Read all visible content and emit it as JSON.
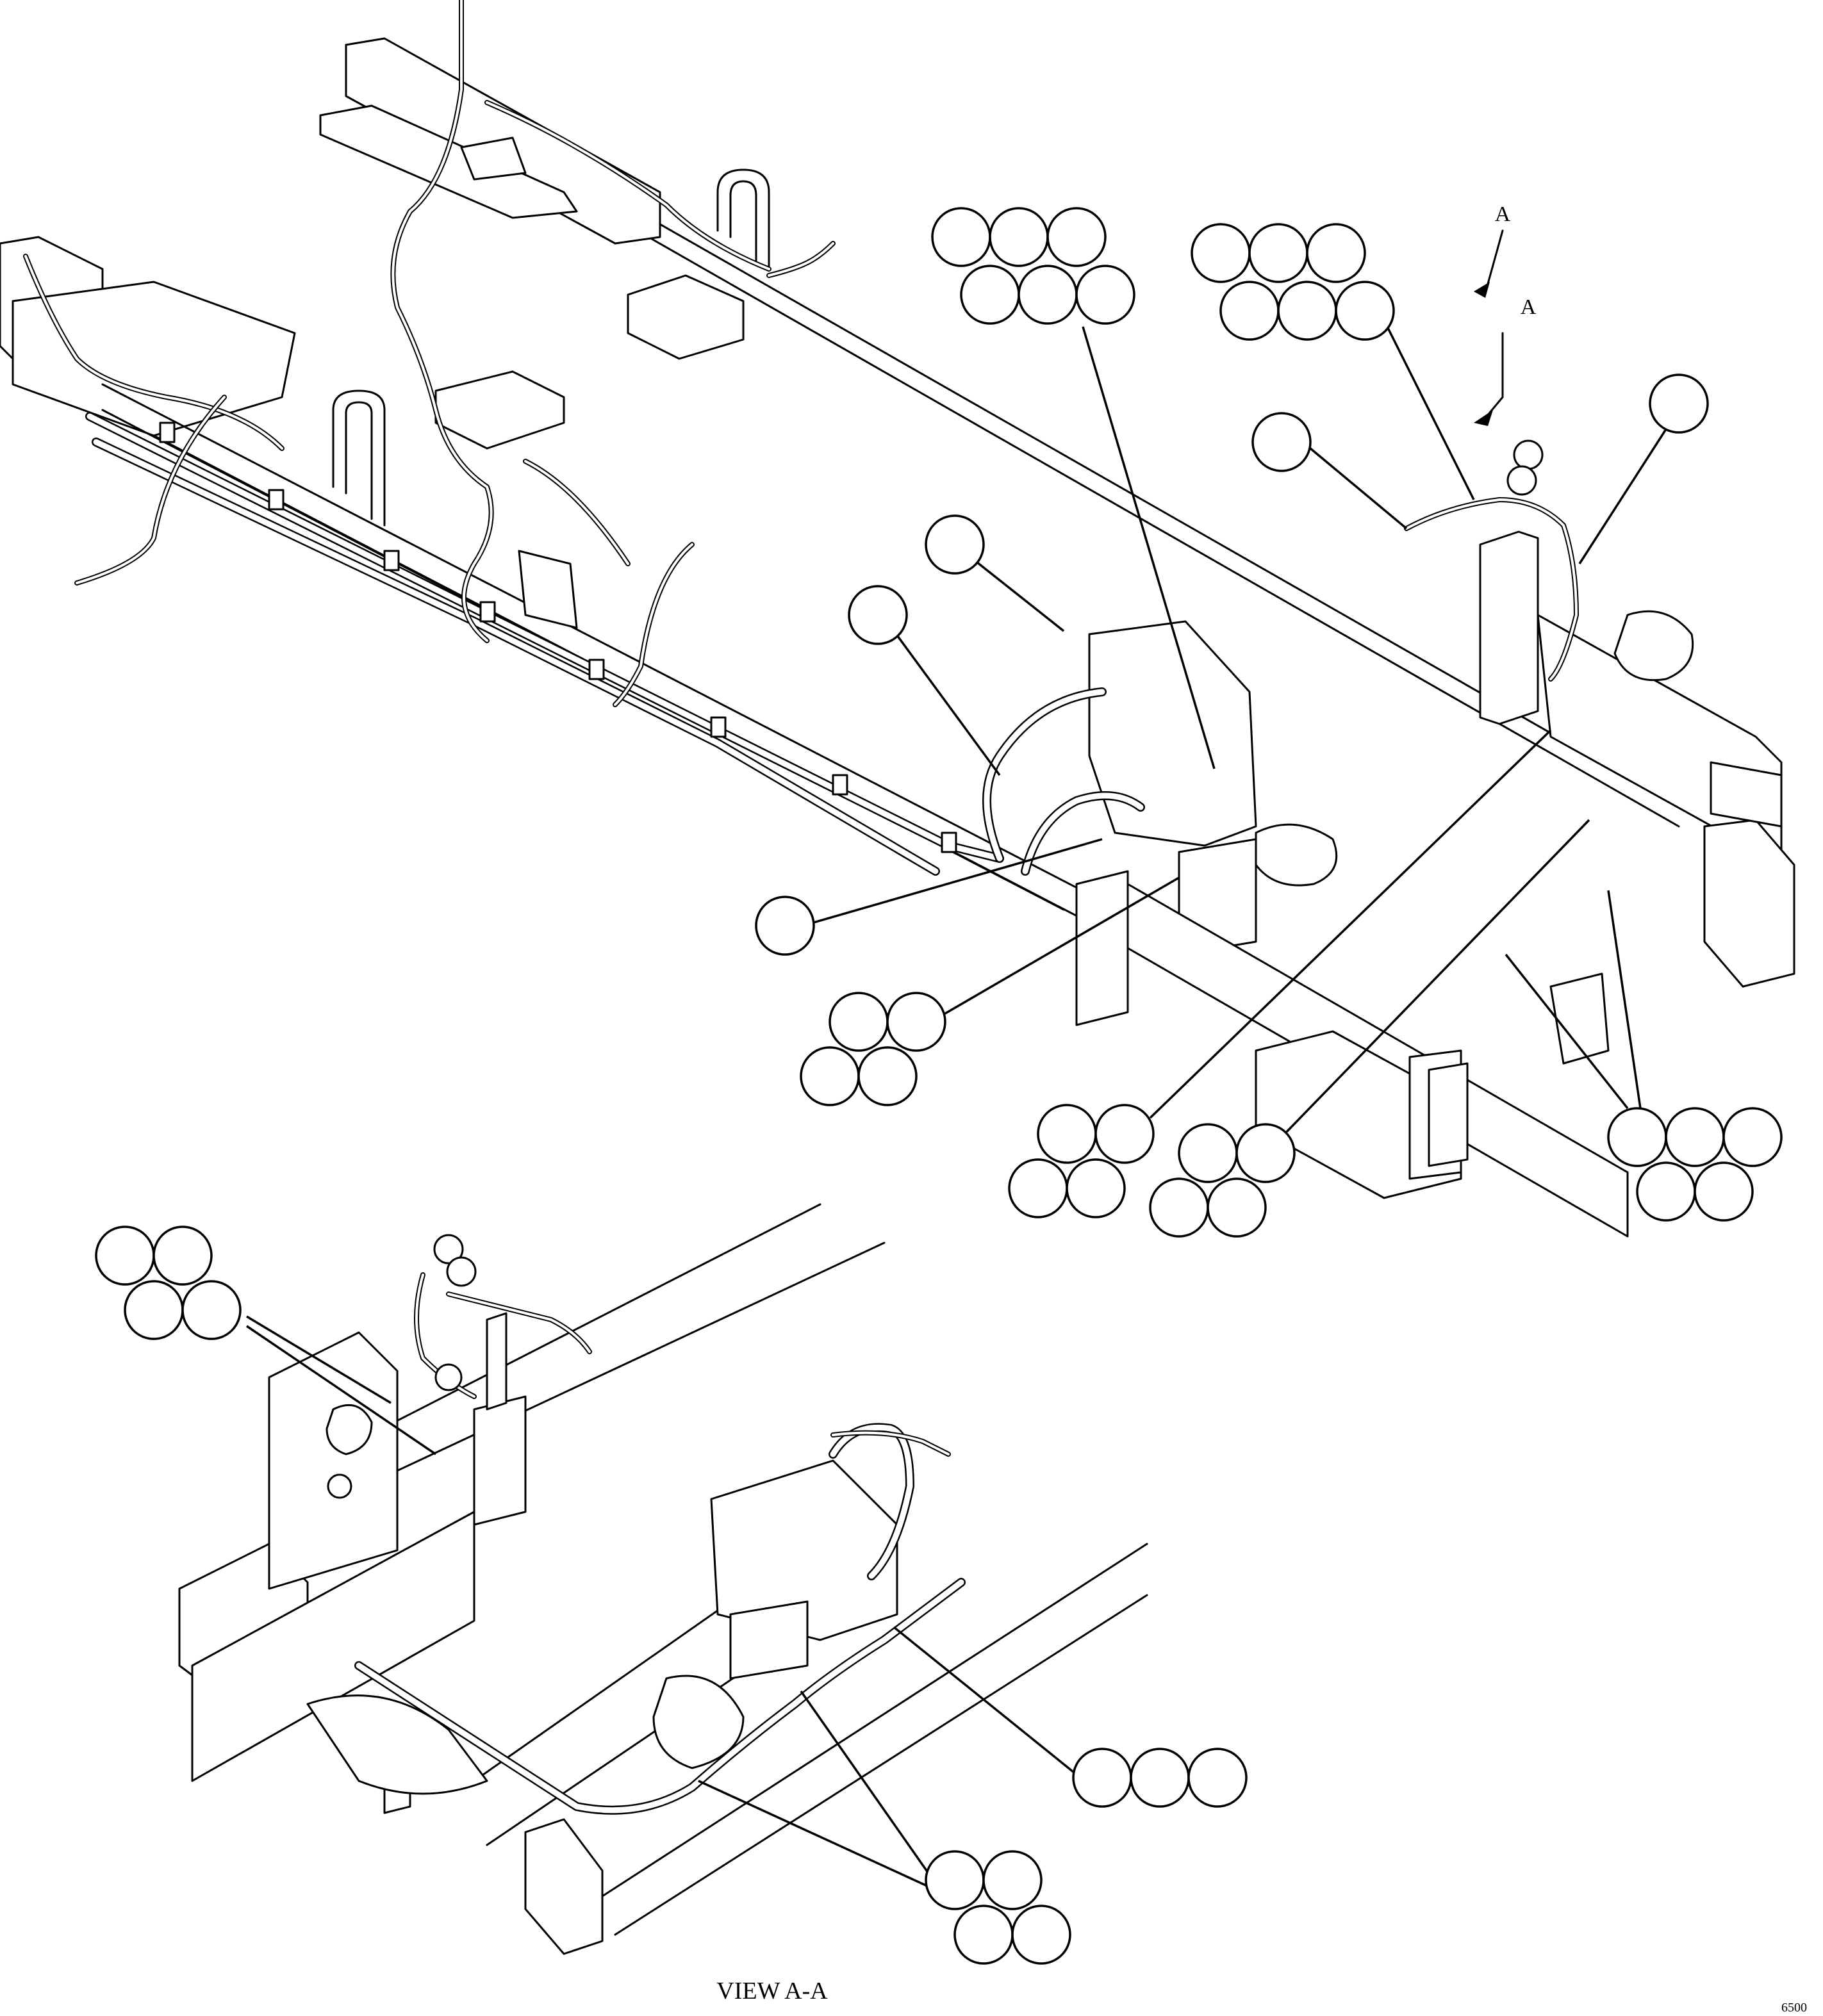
{
  "view": {
    "section_arrow_label_upper": "A",
    "section_arrow_label_lower": "A",
    "section_view_title": "VIEW A-A",
    "drawing_number": "6500"
  },
  "callout_groups": [
    {
      "name": "upper-center-6",
      "count": 6
    },
    {
      "name": "upper-right-6",
      "count": 6
    },
    {
      "name": "upper-right-single",
      "count": 1
    },
    {
      "name": "center-single-a",
      "count": 1
    },
    {
      "name": "center-single-b",
      "count": 1
    },
    {
      "name": "lower-left-single",
      "count": 1
    },
    {
      "name": "middle-4",
      "count": 4
    },
    {
      "name": "lower-middle-4-a",
      "count": 4
    },
    {
      "name": "lower-middle-4-b",
      "count": 4
    },
    {
      "name": "lower-right-5",
      "count": 5
    },
    {
      "name": "view-aa-upper-left-4",
      "count": 4
    },
    {
      "name": "view-aa-right-3",
      "count": 3
    },
    {
      "name": "view-aa-bottom-4",
      "count": 4
    },
    {
      "name": "view-aa-top-left-single",
      "count": 1
    }
  ]
}
